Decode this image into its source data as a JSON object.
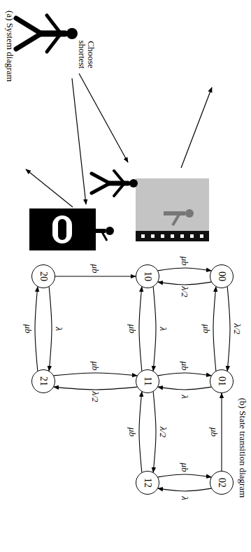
{
  "diagram": {
    "nodes": [
      {
        "text": [
          "00"
        ]
      },
      {
        "text": [
          "01"
        ]
      },
      {
        "text": [
          "02"
        ]
      },
      {
        "text": [
          "10"
        ]
      },
      {
        "text": [
          "11"
        ]
      },
      {
        "text": [
          "12"
        ]
      },
      {
        "text": [
          "20"
        ]
      },
      {
        "text": [
          "21"
        ]
      }
    ],
    "edges": [
      {
        "from": 0,
        "to": 1,
        "arrow": "to",
        "label": "λ/2"
      },
      {
        "from": 1,
        "to": 0,
        "arrow": "to",
        "label": "μb"
      },
      {
        "from": 0,
        "to": 3,
        "arrow": "to",
        "label": "λ/2"
      },
      {
        "from": 3,
        "to": 0,
        "arrow": "to",
        "label": "μb"
      },
      {
        "from": 1,
        "to": 4,
        "arrow": "to",
        "label": "λ"
      },
      {
        "from": 4,
        "to": 1,
        "arrow": "to",
        "label": "μb"
      },
      {
        "from": 3,
        "to": 4,
        "arrow": "to",
        "label": "λ"
      },
      {
        "from": 4,
        "to": 3,
        "arrow": "to",
        "label": "μb"
      },
      {
        "from": 2,
        "to": 1,
        "arrow": "to",
        "label": "μb"
      },
      {
        "from": 6,
        "to": 3,
        "arrow": "to",
        "label": "μb"
      },
      {
        "from": 4,
        "to": 7,
        "arrow": "to",
        "label": "λ/2"
      },
      {
        "from": 7,
        "to": 4,
        "arrow": "to",
        "label": "μb"
      },
      {
        "from": 4,
        "to": 5,
        "arrow": "to",
        "label": "λ/2"
      },
      {
        "from": 5,
        "to": 4,
        "arrow": "to",
        "label": "μb"
      },
      {
        "from": 6,
        "to": 7,
        "arrow": "to",
        "label": "λ"
      },
      {
        "from": 7,
        "to": 6,
        "arrow": "to",
        "label": "μb"
      },
      {
        "from": 5,
        "to": 2,
        "arrow": "to",
        "label": "μb"
      },
      {
        "from": 2,
        "to": 5,
        "arrow": "to",
        "label": "λ"
      }
    ],
    "labels": [
      "Choose shortest",
      "(a) System diagram",
      "(b) State transition diagram"
    ]
  }
}
